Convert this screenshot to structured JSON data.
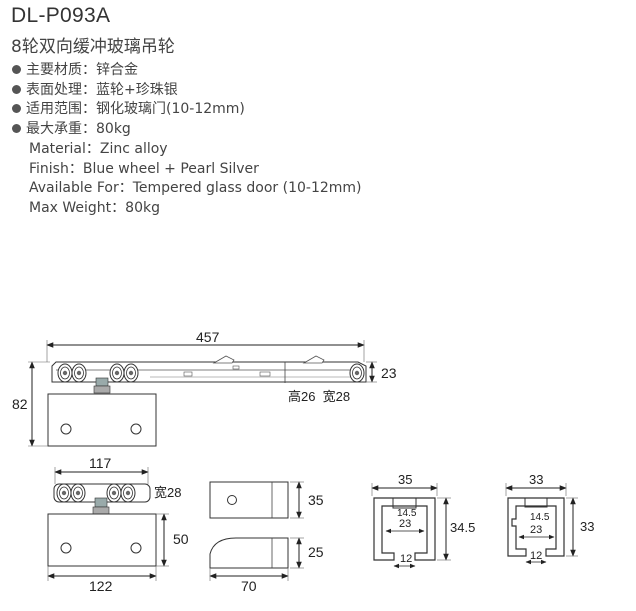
{
  "header": {
    "title": "DL-P093A",
    "subtitle": "8轮双向缓冲玻璃吊轮"
  },
  "specs_cn": [
    {
      "label": "主要材质：",
      "value": "锌合金"
    },
    {
      "label": "表面处理：",
      "value": "蓝轮+珍珠银"
    },
    {
      "label": "适用范围：",
      "value": "钢化玻璃门(10-12mm)"
    },
    {
      "label": "最大承重：",
      "value": "80kg"
    }
  ],
  "specs_en": [
    {
      "label": "Material：",
      "value": "Zinc alloy"
    },
    {
      "label": "Finish：",
      "value": "Blue wheel + Pearl Silver"
    },
    {
      "label": "Available For：",
      "value": "Tempered glass door (10-12mm)"
    },
    {
      "label": "Max Weight：",
      "value": "80kg"
    }
  ],
  "dimensions": {
    "track_length": "457",
    "track_height": "23",
    "total_height": "82",
    "rail_size": "高26  宽28",
    "hanger_width": "117",
    "hanger_depth": "宽28",
    "clamp_height": "50",
    "clamp_width": "122",
    "stopper_height_a": "35",
    "stopper_height_b": "25",
    "stopper_width": "70",
    "profile_a_width": "35",
    "profile_a_height": "34.5",
    "profile_a_slot": "14.5",
    "profile_a_inner": "23",
    "profile_a_opening": "12",
    "profile_b_width": "33",
    "profile_b_height": "33",
    "profile_b_slot": "14.5",
    "profile_b_inner": "23",
    "profile_b_opening": "12"
  }
}
